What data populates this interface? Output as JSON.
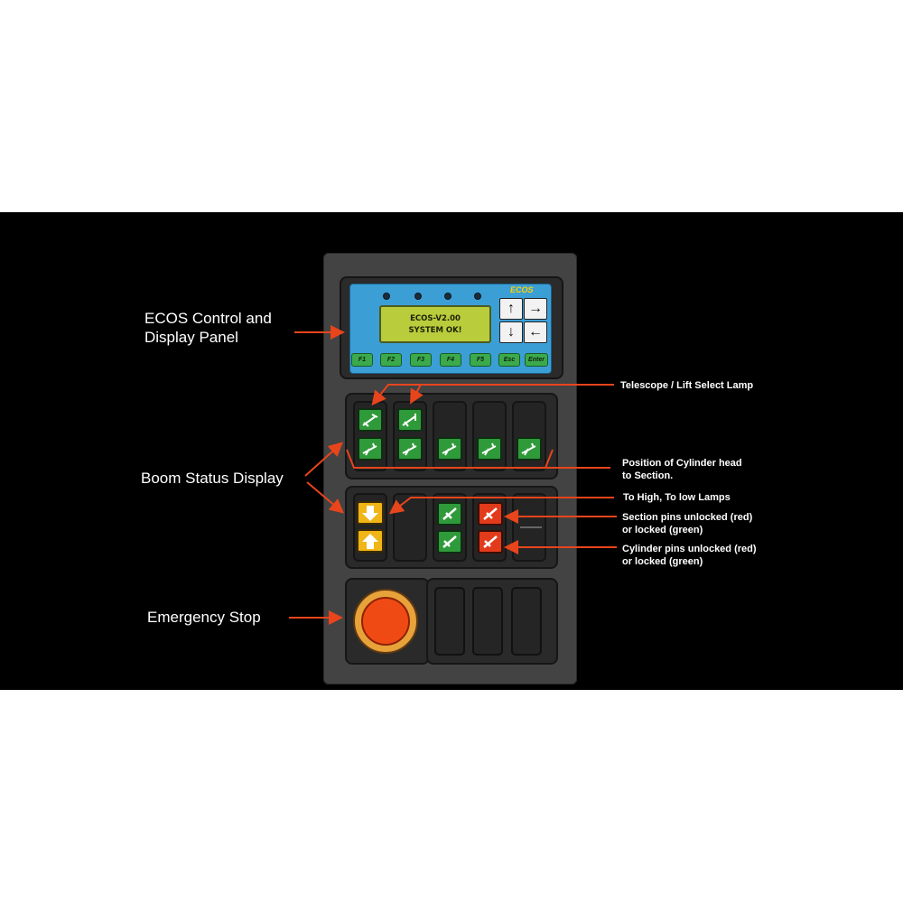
{
  "ecos_panel": {
    "brand": "ECOS",
    "lcd_line1": "ECOS-V2.00",
    "lcd_line2": "SYSTEM OK!",
    "function_keys": [
      "F1",
      "F2",
      "F3",
      "F4",
      "F5",
      "Esc",
      "Enter"
    ],
    "arrow_keys": [
      "↑",
      "→",
      "↓",
      "←"
    ]
  },
  "callouts": {
    "ecos_control": [
      "ECOS Control and",
      "Display Panel"
    ],
    "boom_status": "Boom Status Display",
    "emergency_stop": "Emergency Stop",
    "telescope_lift": "Telescope / Lift Select Lamp",
    "cylinder_head": [
      "Position of Cylinder head",
      "to Section."
    ],
    "high_low": "To High, To low Lamps",
    "section_pins": [
      "Section pins unlocked (red)",
      "or locked (green)"
    ],
    "cylinder_pins": [
      "Cylinder pins unlocked (red)",
      "or locked (green)"
    ]
  },
  "colors": {
    "arrow": "#e8451c",
    "lamp_green": "#2f9a3a",
    "lamp_red": "#e23b1b",
    "lamp_yellow": "#f0b516",
    "ecos_face": "#3b9fd6",
    "lcd": "#b8cc3c"
  }
}
